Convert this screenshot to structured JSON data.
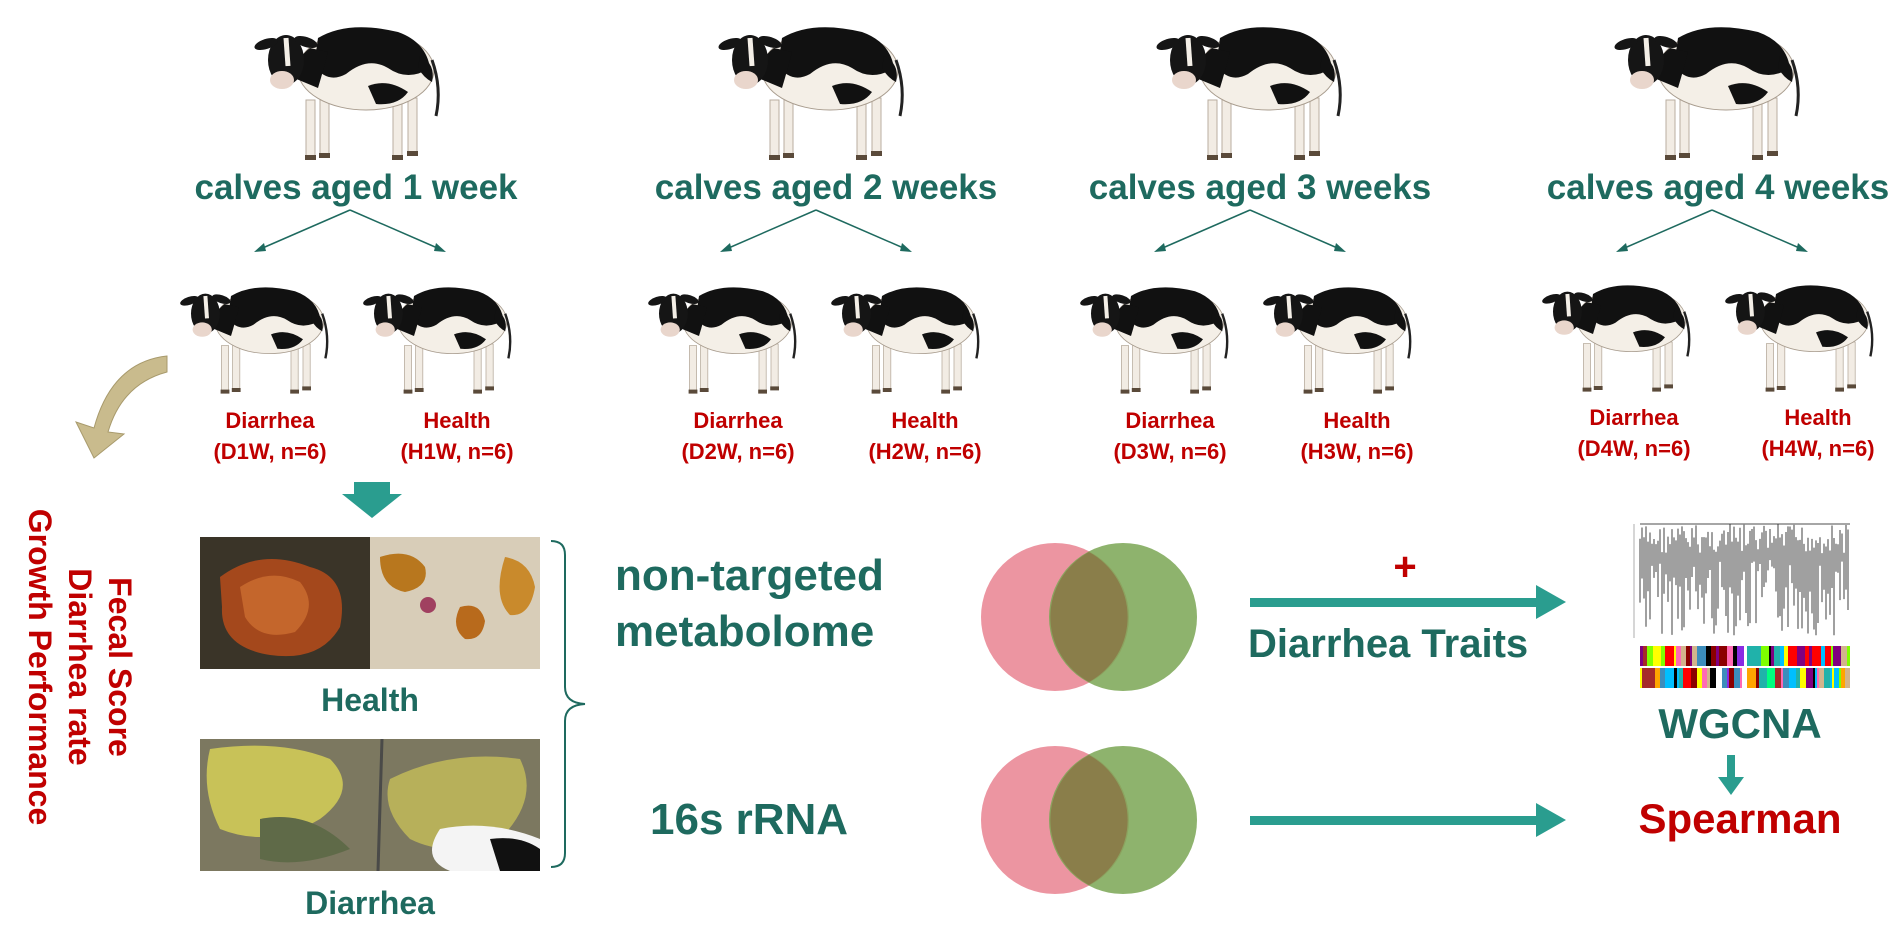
{
  "colors": {
    "teal": "#1e6a5f",
    "red": "#c00000",
    "venn_left": "#e98391",
    "venn_right": "#7aa654",
    "arrow_teal": "#2a9d8f",
    "curve_arrow": "#c9bb8d"
  },
  "weeks": [
    {
      "title": "calves aged 1 week",
      "groups": [
        {
          "name": "Diarrhea",
          "code": "(D1W, n=6)"
        },
        {
          "name": "Health",
          "code": "(H1W, n=6)"
        }
      ]
    },
    {
      "title": "calves aged 2 weeks",
      "groups": [
        {
          "name": "Diarrhea",
          "code": "(D2W, n=6)"
        },
        {
          "name": "Health",
          "code": "(H2W, n=6)"
        }
      ]
    },
    {
      "title": "calves aged 3 weeks",
      "groups": [
        {
          "name": "Diarrhea",
          "code": "(D3W, n=6)"
        },
        {
          "name": "Health",
          "code": "(H3W, n=6)"
        }
      ]
    },
    {
      "title": "calves aged 4 weeks",
      "groups": [
        {
          "name": "Diarrhea",
          "code": "(D4W, n=6)"
        },
        {
          "name": "Health",
          "code": "(H4W, n=6)"
        }
      ]
    }
  ],
  "measurements": [
    "Fecal Score",
    "Diarrhea rate",
    "Growth Performance"
  ],
  "feces": {
    "health_label": "Health",
    "diarrhea_label": "Diarrhea"
  },
  "omics": {
    "metabolome_line1": "non-targeted",
    "metabolome_line2": "metabolome",
    "rrna": "16s rRNA"
  },
  "integration": {
    "plus": "+",
    "traits": "Diarrhea Traits"
  },
  "results": {
    "wgcna": "WGCNA",
    "spearman": "Spearman"
  }
}
